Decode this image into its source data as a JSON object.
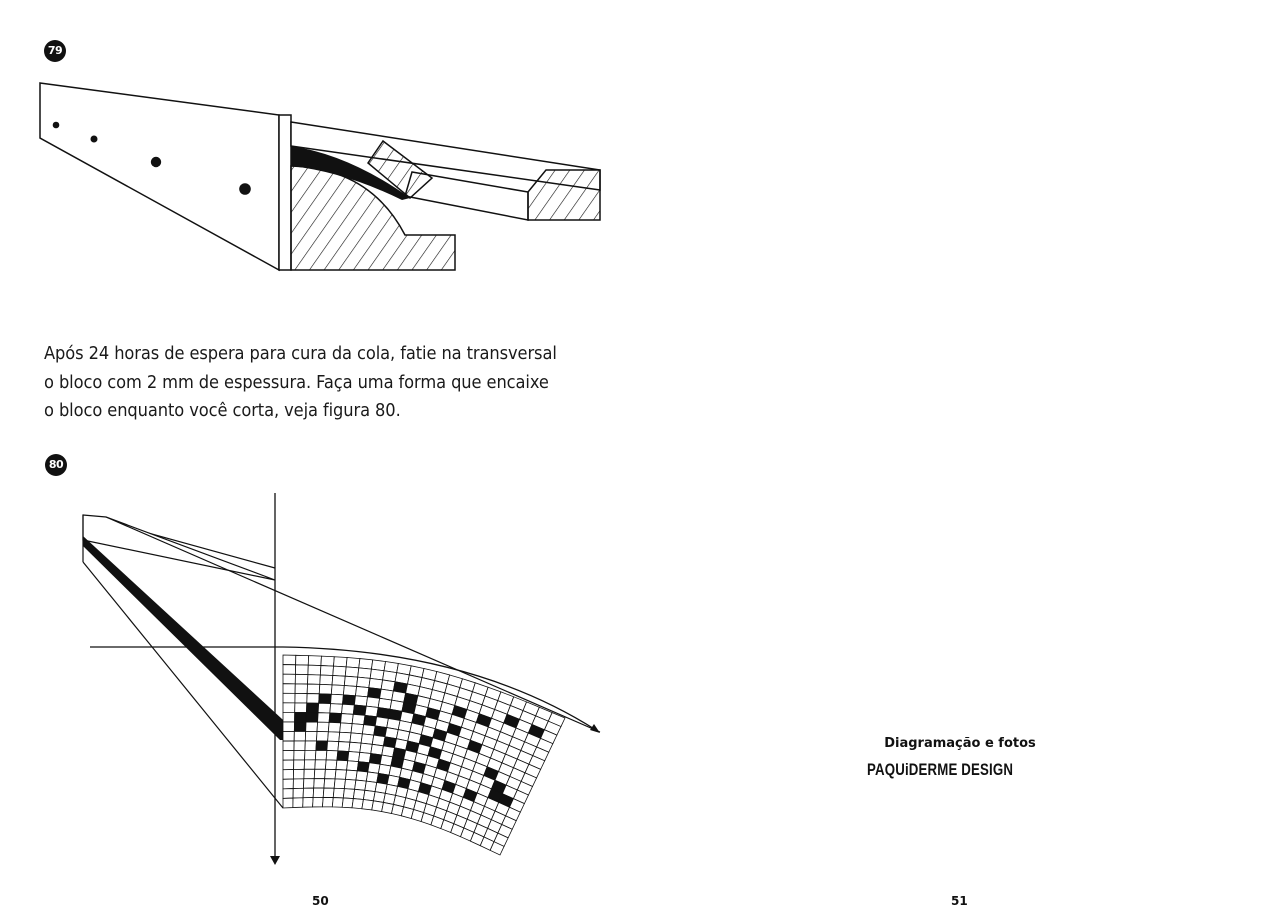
{
  "left_page": {
    "figure_79": {
      "number": "79"
    },
    "paragraph": [
      "Após 24 horas de espera para cura da cola, fatie na transversal",
      "o bloco com 2 mm de espessura. Faça uma forma que encaixe",
      "o bloco enquanto você corta, veja figura 80."
    ],
    "figure_80": {
      "number": "80"
    },
    "page_number": "50"
  },
  "right_page": {
    "credits_label": "Diagramação e fotos",
    "brand_name": "PAQUiDERME  DESIGN",
    "brand_icon": "elephant-icon",
    "page_number": "51"
  },
  "colors": {
    "ink": "#111111",
    "paper": "#ffffff"
  }
}
